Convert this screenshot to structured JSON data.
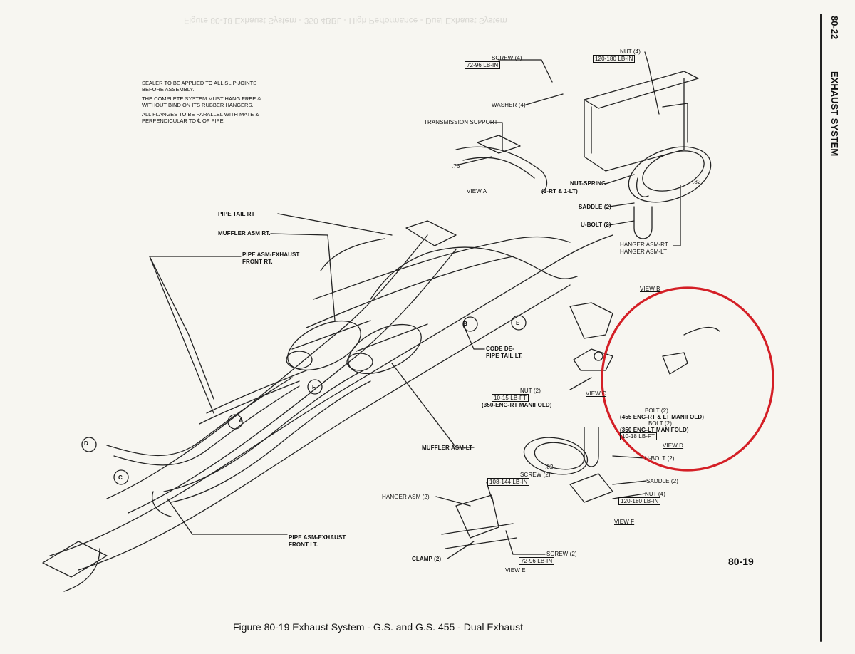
{
  "header": {
    "page_ref": "80-22",
    "section_title": "EXHAUST SYSTEM"
  },
  "notes": [
    "SEALER                    TO BE APPLIED TO ALL SLIP JOINTS BEFORE ASSEMBLY.",
    "THE COMPLETE SYSTEM MUST HANG FREE & WITHOUT BIND ON ITS RUBBER HANGERS.",
    "ALL FLANGES TO BE PARALLEL WITH MATE & PERPENDICULAR TO ℄ OF PIPE."
  ],
  "ghost_text": "Figure 80-18 Exhaust System - 350 4BBL - High Performance - Dual Exhaust System",
  "labels": {
    "screw_top": "SCREW (4)",
    "screw_top_spec": "72-96 LB-IN",
    "washer": "WASHER (4)",
    "nut_top": "NUT (4)",
    "nut_top_spec": "120-180 LB-IN",
    "transmission_support": "TRANSMISSION SUPPORT",
    "dim_76": ".76",
    "view_a": "VIEW A",
    "nut_spring": "NUT-SPRING",
    "nut_spring_sub": "(1-RT & 1-LT)",
    "dim_82_top": ".82",
    "saddle_top": "SADDLE (2)",
    "ubolt_top": "U-BOLT (2)",
    "hanger_rt": "HANGER ASM-RT",
    "hanger_lt": "HANGER ASM-LT",
    "pipe_tail_rt": "PIPE TAIL RT",
    "muffler_rt": "MUFFLER ASM RT.",
    "pipe_front_rt_1": "PIPE ASM-EXHAUST",
    "pipe_front_rt_2": "FRONT RT.",
    "view_b": "VIEW B",
    "code_de_1": "CODE DE-",
    "code_de_2": "PIPE TAIL LT.",
    "nut_c": "NUT (2)",
    "nut_c_spec": "10-15 LB-FT",
    "nut_c_sub": "(350-ENG-RT MANIFOLD)",
    "view_c": "VIEW C",
    "bolt_1": "BOLT (2)",
    "bolt_1_sub": "(455 ENG-RT & LT MANIFOLD)",
    "bolt_2": "BOLT (2)",
    "bolt_2_sub": "(350 ENG-LT MANIFOLD)",
    "bolt_spec": "10-18 LB-FT",
    "view_d": "VIEW D",
    "muffler_lt": "MUFFLER ASM-LT",
    "ubolt_f": "U-BOLT (2)",
    "dim_82_low": ".82",
    "screw_e": "SCREW (2)",
    "screw_e_spec": "108-144 LB-IN",
    "saddle_f": "SADDLE (2)",
    "hanger_e": "HANGER ASM (2)",
    "nut_f": "NUT (4)",
    "nut_f_spec": "120-180 LB-IN",
    "view_f": "VIEW F",
    "pipe_front_lt_1": "PIPE ASM-EXHAUST",
    "pipe_front_lt_2": "FRONT LT.",
    "clamp": "CLAMP (2)",
    "screw_low": "SCREW (2)",
    "screw_low_spec": "72-96 LB-IN",
    "view_e": "VIEW E",
    "callout_a": "A",
    "callout_b": "B",
    "callout_c": "C",
    "callout_d": "D",
    "callout_e": "E",
    "callout_f": "F"
  },
  "page_number": "80-19",
  "caption": "Figure 80-19  Exhaust System - G.S. and G.S. 455 - Dual Exhaust",
  "colors": {
    "paper": "#f7f6f1",
    "ink": "#111111",
    "highlight_circle": "#d41f26"
  }
}
